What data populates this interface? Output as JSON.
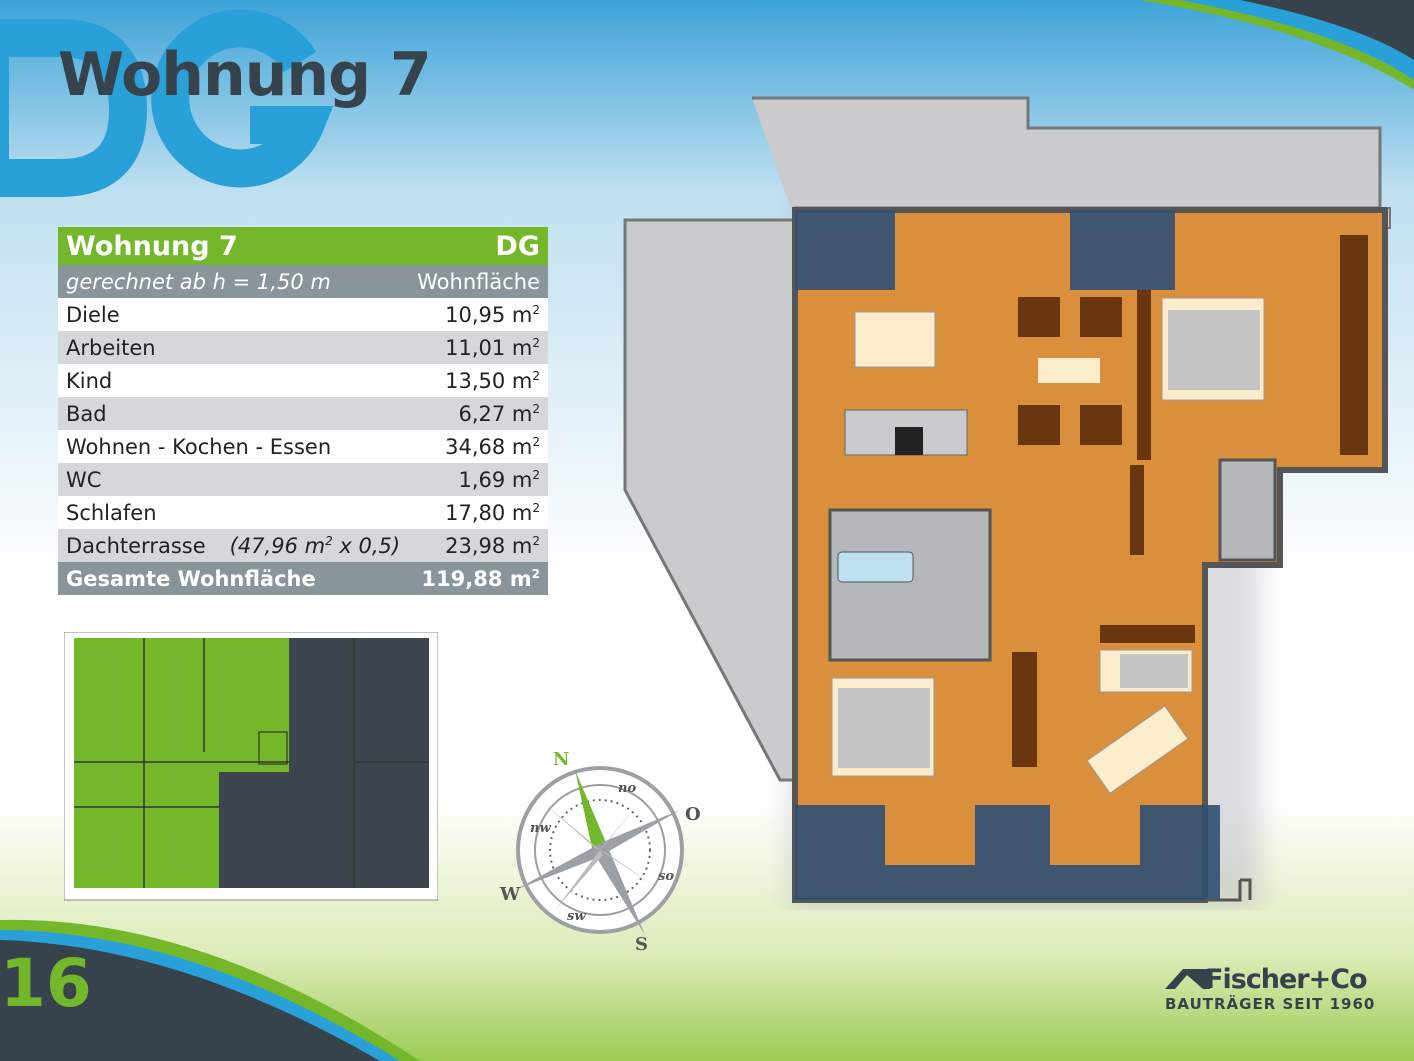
{
  "background_text": "DG",
  "title": "Wohnung 7",
  "table": {
    "header_left": "Wohnung 7",
    "header_right": "DG",
    "sub_left": "gerechnet ab h = 1,50 m",
    "sub_right": "Wohnfläche",
    "rows": [
      {
        "room": "Diele",
        "area": "10,95 m"
      },
      {
        "room": "Arbeiten",
        "area": "11,01 m"
      },
      {
        "room": "Kind",
        "area": "13,50 m"
      },
      {
        "room": "Bad",
        "area": "6,27 m"
      },
      {
        "room": "Wohnen - Kochen - Essen",
        "area": "34,68 m"
      },
      {
        "room": "WC",
        "area": "1,69 m"
      },
      {
        "room": "Schlafen",
        "area": "17,80 m"
      },
      {
        "room": "Dachterrasse",
        "note": "(47,96 m",
        "note_tail": " x 0,5)",
        "area": "23,98 m"
      }
    ],
    "total_label": "Gesamte Wohnfläche",
    "total_area": "119,88 m",
    "unit_sup": "2"
  },
  "compass": {
    "n": "N",
    "o": "O",
    "s": "S",
    "w": "W",
    "no": "no",
    "so": "so",
    "sw": "sw",
    "nw": "nw"
  },
  "page_number": "16",
  "logo": {
    "brand": "Fischer+Co",
    "tagline": "BAUTRÄGER SEIT 1960"
  },
  "colors": {
    "green": "#74b72a",
    "blue": "#2aa0d8",
    "dark": "#37434c",
    "wood": "#d98f3c"
  }
}
